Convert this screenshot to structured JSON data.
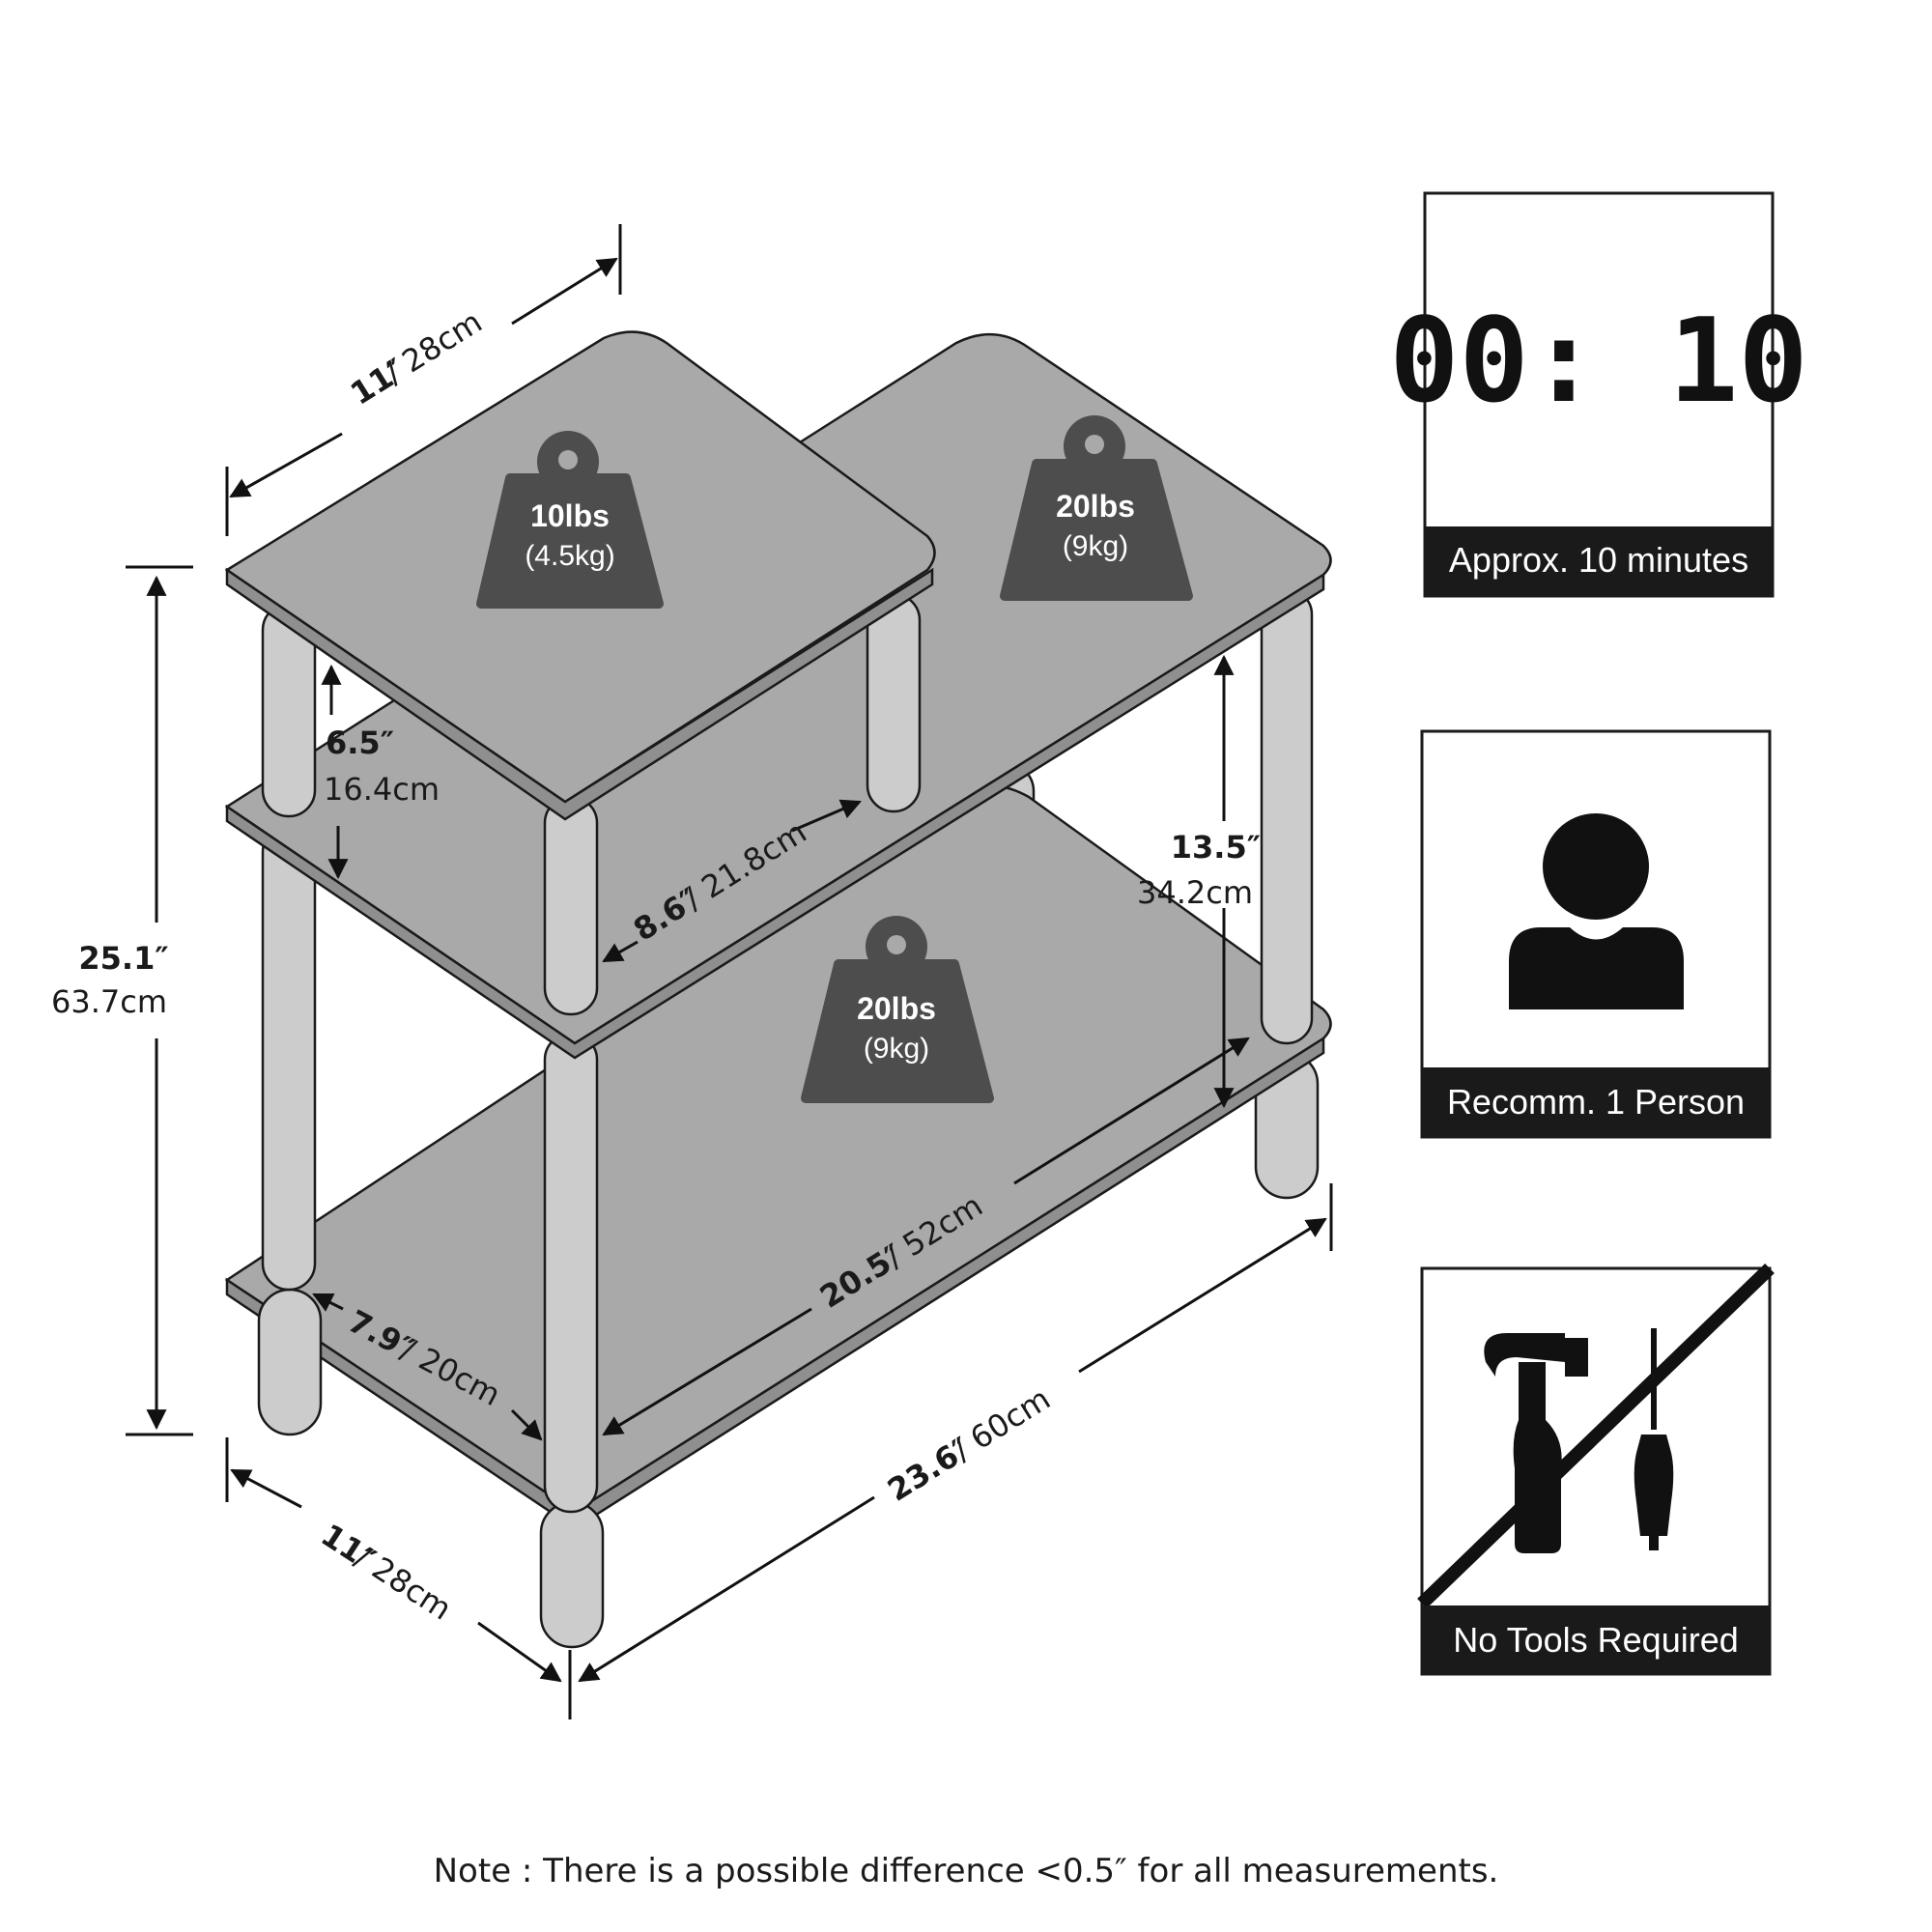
{
  "dimensions": {
    "top_depth": {
      "in": "11″",
      "cm": "/ 28cm"
    },
    "bottom_depth": {
      "in": "11″",
      "cm": "/ 28cm"
    },
    "height": {
      "in": "25.1″",
      "cm": "63.7cm"
    },
    "top_gap": {
      "in": "6.5″",
      "cm": "16.4cm"
    },
    "small_shelf_width": {
      "in": "8.6″",
      "cm": "/ 21.8cm"
    },
    "right_gap": {
      "in": "13.5″",
      "cm": "34.2cm"
    },
    "inner_length": {
      "in": "20.5″",
      "cm": "/ 52cm"
    },
    "inner_depth": {
      "in": "7.9″",
      "cm": "/ 20cm"
    },
    "overall_length": {
      "in": "23.6″",
      "cm": "/ 60cm"
    }
  },
  "weights": [
    {
      "lbs": "10lbs",
      "kg": "(4.5kg)"
    },
    {
      "lbs": "20lbs",
      "kg": "(9kg)"
    },
    {
      "lbs": "20lbs",
      "kg": "(9kg)"
    }
  ],
  "info_panels": {
    "time": {
      "display": "00: 10",
      "caption": "Approx. 10 minutes",
      "icon": "digital-clock-icon"
    },
    "people": {
      "caption": "Recomm. 1 Person",
      "icon": "person-icon"
    },
    "tools": {
      "caption": "No Tools Required",
      "icon": "hammer-screwdriver-crossed-icon"
    }
  },
  "note": "Note : There is a possible difference <0.5″ for all measurements.",
  "colors": {
    "shelf": "#a9a9a9",
    "leg": "#cccccc",
    "weight": "#4d4d4d",
    "badge": "#1a1a1a"
  }
}
